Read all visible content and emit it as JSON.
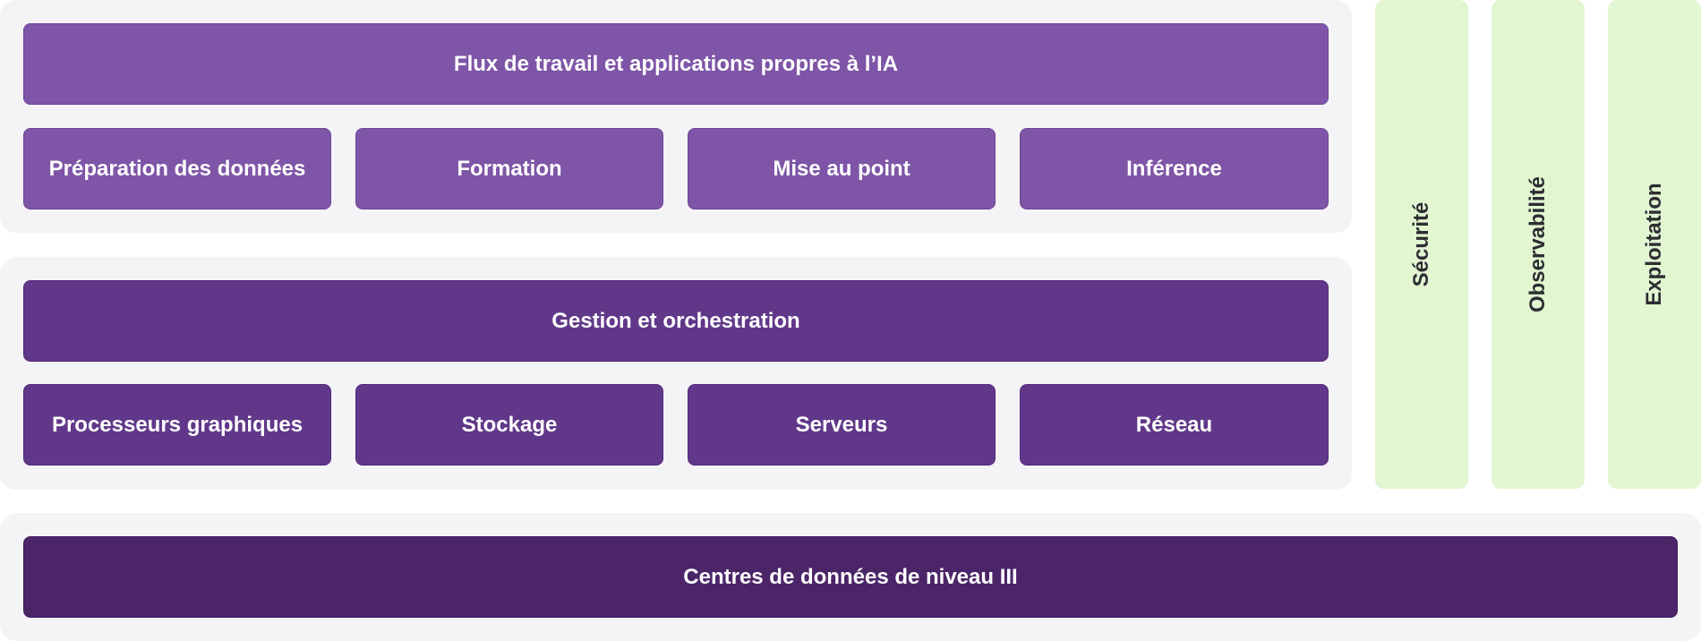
{
  "ai_layer": {
    "title": "Flux de travail et applications propres à l’IA",
    "items": [
      {
        "label": "Préparation des données"
      },
      {
        "label": "Formation"
      },
      {
        "label": "Mise au point"
      },
      {
        "label": "Inférence"
      }
    ]
  },
  "infra_layer": {
    "title": "Gestion et orchestration",
    "items": [
      {
        "label": "Processeurs graphiques"
      },
      {
        "label": "Stockage"
      },
      {
        "label": "Serveurs"
      },
      {
        "label": "Réseau"
      }
    ]
  },
  "cross_cutting": [
    {
      "label": "Sécurité"
    },
    {
      "label": "Observabilité"
    },
    {
      "label": "Exploitation"
    }
  ],
  "foundation": {
    "label": "Centres de données de niveau III"
  },
  "colors": {
    "light_purple": "#7e55a7",
    "mid_purple": "#613889",
    "dark_purple": "#4b2568",
    "column_green": "#e1f6d1",
    "panel_gray": "#f4f3f6"
  }
}
